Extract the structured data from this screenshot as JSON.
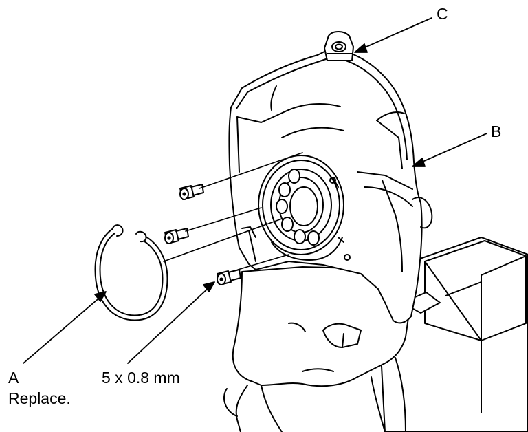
{
  "callouts": {
    "a_letter": "A",
    "a_note": "Replace.",
    "b_letter": "B",
    "c_letter": "C",
    "bolt_spec": "5 x 0.8 mm"
  },
  "colors": {
    "line": "#000000",
    "background": "#ffffff",
    "fill": "#ffffff"
  }
}
